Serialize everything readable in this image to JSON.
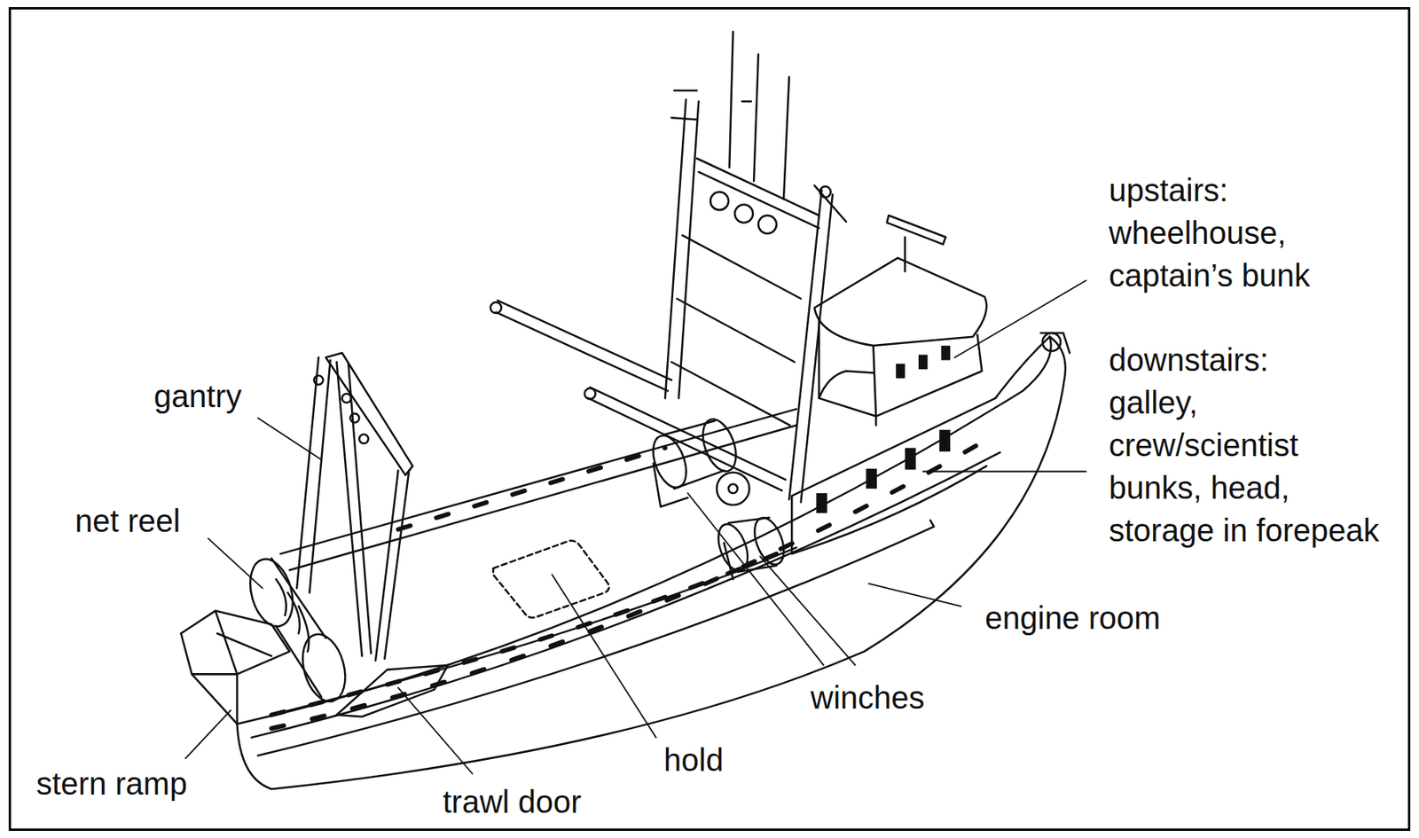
{
  "diagram": {
    "labels": [
      "upstairs: wheelhouse, captain’s bunk",
      "downstairs: galley, crew/scientist bunks, head, storage in forepeak",
      "gantry",
      "net reel",
      "engine room",
      "winches",
      "stern ramp",
      "trawl door",
      "hold"
    ]
  }
}
